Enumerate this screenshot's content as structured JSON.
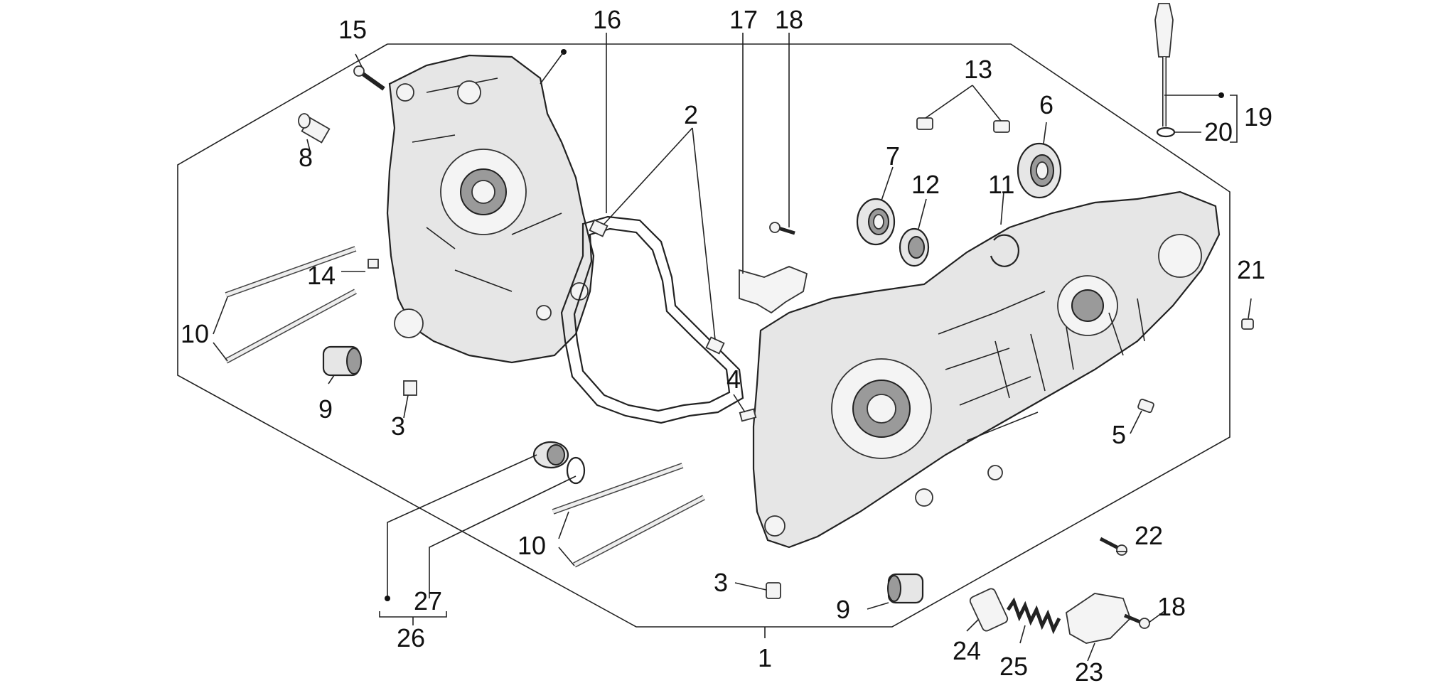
{
  "callouts": {
    "c1": "1",
    "c2": "2",
    "c3a": "3",
    "c3b": "3",
    "c4": "4",
    "c5": "5",
    "c6": "6",
    "c7": "7",
    "c8": "8",
    "c9a": "9",
    "c9b": "9",
    "c10a": "10",
    "c10b": "10",
    "c11": "11",
    "c12": "12",
    "c13": "13",
    "c14": "14",
    "c15": "15",
    "c16": "16",
    "c17": "17",
    "c18a": "18",
    "c18b": "18",
    "c19": "19",
    "c20": "20",
    "c21": "21",
    "c22": "22",
    "c23": "23",
    "c24": "24",
    "c25": "25",
    "c26": "26",
    "c27": "27"
  }
}
